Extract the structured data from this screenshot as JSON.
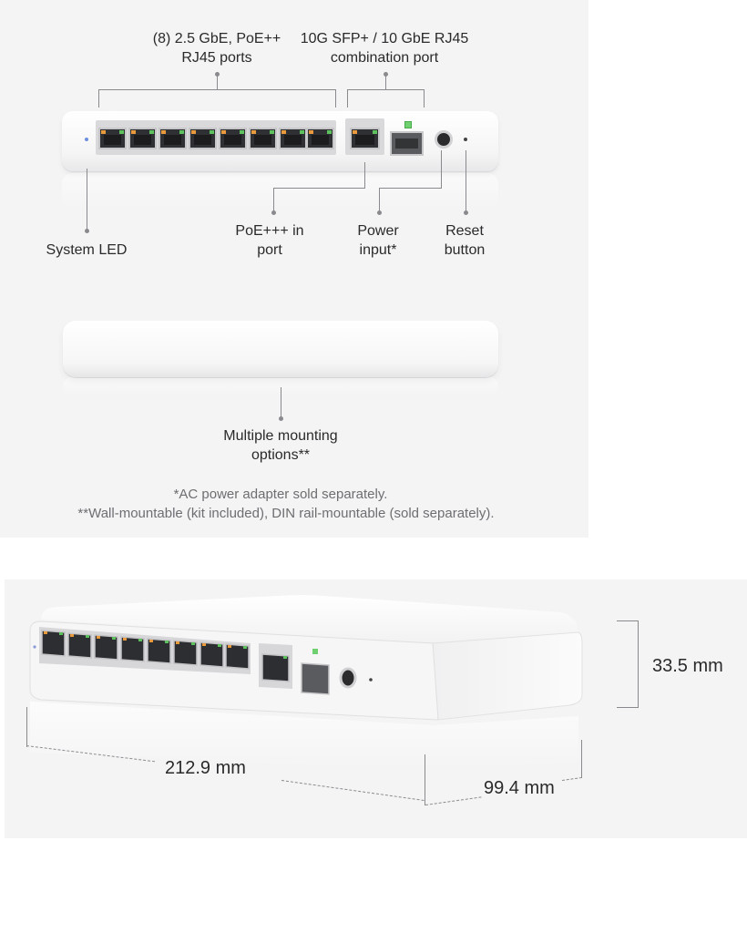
{
  "top_panel": {
    "labels": {
      "rj45_ports": [
        "(8) 2.5 GbE, PoE++",
        "RJ45 ports"
      ],
      "combo_port": [
        "10G SFP+ / 10 GbE RJ45",
        "combination port"
      ],
      "system_led": "System LED",
      "poe_in": [
        "PoE+++ in",
        "port"
      ],
      "power_input": [
        "Power",
        "input*"
      ],
      "reset_button": [
        "Reset",
        "button"
      ],
      "mounting": [
        "Multiple mounting",
        "options**"
      ]
    },
    "footnotes": [
      "*AC power adapter sold separately.",
      "**Wall-mountable (kit included), DIN rail-mountable (sold separately)."
    ]
  },
  "bottom_panel": {
    "dimensions": {
      "height": "33.5 mm",
      "width": "212.9 mm",
      "depth": "99.4 mm"
    }
  },
  "colors": {
    "panel_bg": "#f4f4f5",
    "port_led_orange": "#e89a3c",
    "port_led_green": "#5dc25d",
    "system_led": "#6d8fe0"
  }
}
